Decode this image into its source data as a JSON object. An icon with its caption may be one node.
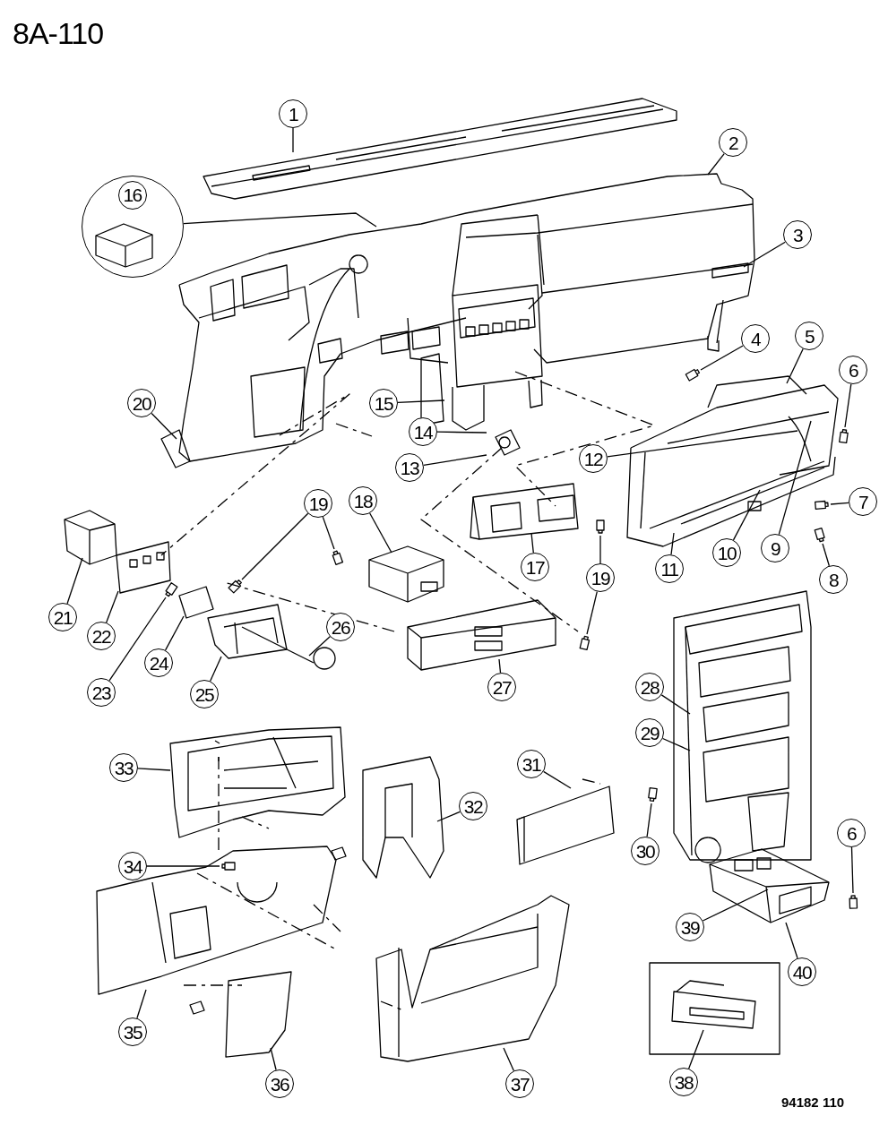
{
  "diagram": {
    "nodes": [
      {
        "text": [
          "1"
        ]
      },
      {
        "text": [
          "2"
        ]
      },
      {
        "text": [
          "3"
        ]
      },
      {
        "text": [
          "4"
        ]
      },
      {
        "text": [
          "5"
        ]
      },
      {
        "text": [
          "6"
        ]
      },
      {
        "text": [
          "7"
        ]
      },
      {
        "text": [
          "8"
        ]
      },
      {
        "text": [
          "9"
        ]
      },
      {
        "text": [
          "10"
        ]
      },
      {
        "text": [
          "11"
        ]
      },
      {
        "text": [
          "12"
        ]
      },
      {
        "text": [
          "13"
        ]
      },
      {
        "text": [
          "14"
        ]
      },
      {
        "text": [
          "15"
        ]
      },
      {
        "text": [],
        "shape": "circle"
      },
      {
        "text": [
          "16"
        ],
        "in": 15
      },
      {
        "text": [
          "17"
        ]
      },
      {
        "text": [
          "18"
        ]
      },
      {
        "text": [
          "19"
        ]
      },
      {
        "text": [
          "19"
        ]
      },
      {
        "text": [
          "20"
        ]
      },
      {
        "text": [
          "21"
        ]
      },
      {
        "text": [
          "22"
        ]
      },
      {
        "text": [
          "23"
        ]
      },
      {
        "text": [
          "24"
        ]
      },
      {
        "text": [
          "25"
        ]
      },
      {
        "text": [
          "26"
        ]
      },
      {
        "text": [
          "27"
        ]
      },
      {
        "text": [
          "28"
        ]
      },
      {
        "text": [
          "29"
        ]
      },
      {
        "text": [
          "30"
        ]
      },
      {
        "text": [
          "31"
        ]
      },
      {
        "text": [
          "32"
        ]
      },
      {
        "text": [
          "33"
        ]
      },
      {
        "text": [
          "34"
        ]
      },
      {
        "text": [
          "35"
        ]
      },
      {
        "text": [
          "36"
        ]
      },
      {
        "text": [
          "37"
        ]
      },
      {
        "text": [
          "38"
        ]
      },
      {
        "text": [
          "39"
        ]
      },
      {
        "text": [
          "40"
        ]
      },
      {
        "text": [
          "6"
        ]
      }
    ],
    "edges": [
      {
        "from": 0,
        "to": null,
        "arrow": "none"
      },
      {
        "from": 1,
        "to": null,
        "arrow": "none"
      },
      {
        "from": 2,
        "to": null,
        "arrow": "none"
      },
      {
        "from": 3,
        "to": null,
        "arrow": "none"
      },
      {
        "from": 4,
        "to": null,
        "arrow": "none"
      },
      {
        "from": 5,
        "to": null,
        "arrow": "none"
      },
      {
        "from": 6,
        "to": null,
        "arrow": "none"
      },
      {
        "from": 7,
        "to": null,
        "arrow": "none"
      },
      {
        "from": 8,
        "to": null,
        "arrow": "none"
      },
      {
        "from": 9,
        "to": null,
        "arrow": "none"
      },
      {
        "from": 10,
        "to": null,
        "arrow": "none"
      },
      {
        "from": 11,
        "to": null,
        "arrow": "none"
      },
      {
        "from": 12,
        "to": null,
        "arrow": "none"
      },
      {
        "from": 13,
        "to": null,
        "arrow": "none"
      },
      {
        "from": 14,
        "to": null,
        "arrow": "none"
      },
      {
        "from": 15,
        "to": null,
        "arrow": "none"
      },
      {
        "from": 17,
        "to": null,
        "arrow": "none"
      },
      {
        "from": 18,
        "to": null,
        "arrow": "none"
      },
      {
        "from": 19,
        "to": null,
        "arrow": "none"
      },
      {
        "from": 19,
        "to": null,
        "arrow": "none"
      },
      {
        "from": 20,
        "to": null,
        "arrow": "none"
      },
      {
        "from": 20,
        "to": null,
        "arrow": "none"
      },
      {
        "from": 21,
        "to": null,
        "arrow": "none"
      },
      {
        "from": 22,
        "to": null,
        "arrow": "none"
      },
      {
        "from": 23,
        "to": null,
        "arrow": "none"
      },
      {
        "from": 24,
        "to": null,
        "arrow": "none"
      },
      {
        "from": 25,
        "to": null,
        "arrow": "none"
      },
      {
        "from": 26,
        "to": null,
        "arrow": "none"
      },
      {
        "from": 27,
        "to": null,
        "arrow": "none"
      },
      {
        "from": 28,
        "to": null,
        "arrow": "none"
      },
      {
        "from": 29,
        "to": null,
        "arrow": "none"
      },
      {
        "from": 30,
        "to": null,
        "arrow": "none"
      },
      {
        "from": 31,
        "to": null,
        "arrow": "none"
      },
      {
        "from": 32,
        "to": null,
        "arrow": "none"
      },
      {
        "from": 33,
        "to": null,
        "arrow": "none"
      },
      {
        "from": 34,
        "to": null,
        "arrow": "none"
      },
      {
        "from": 35,
        "to": null,
        "arrow": "none"
      },
      {
        "from": 36,
        "to": null,
        "arrow": "none"
      },
      {
        "from": 37,
        "to": null,
        "arrow": "none"
      },
      {
        "from": 38,
        "to": null,
        "arrow": "none"
      },
      {
        "from": 39,
        "to": null,
        "arrow": "none"
      },
      {
        "from": 40,
        "to": null,
        "arrow": "none"
      },
      {
        "from": 41,
        "to": null,
        "arrow": "none"
      },
      {
        "from": 42,
        "to": null,
        "arrow": "none"
      }
    ],
    "labels": [
      "8A-110",
      "94182 110"
    ]
  }
}
